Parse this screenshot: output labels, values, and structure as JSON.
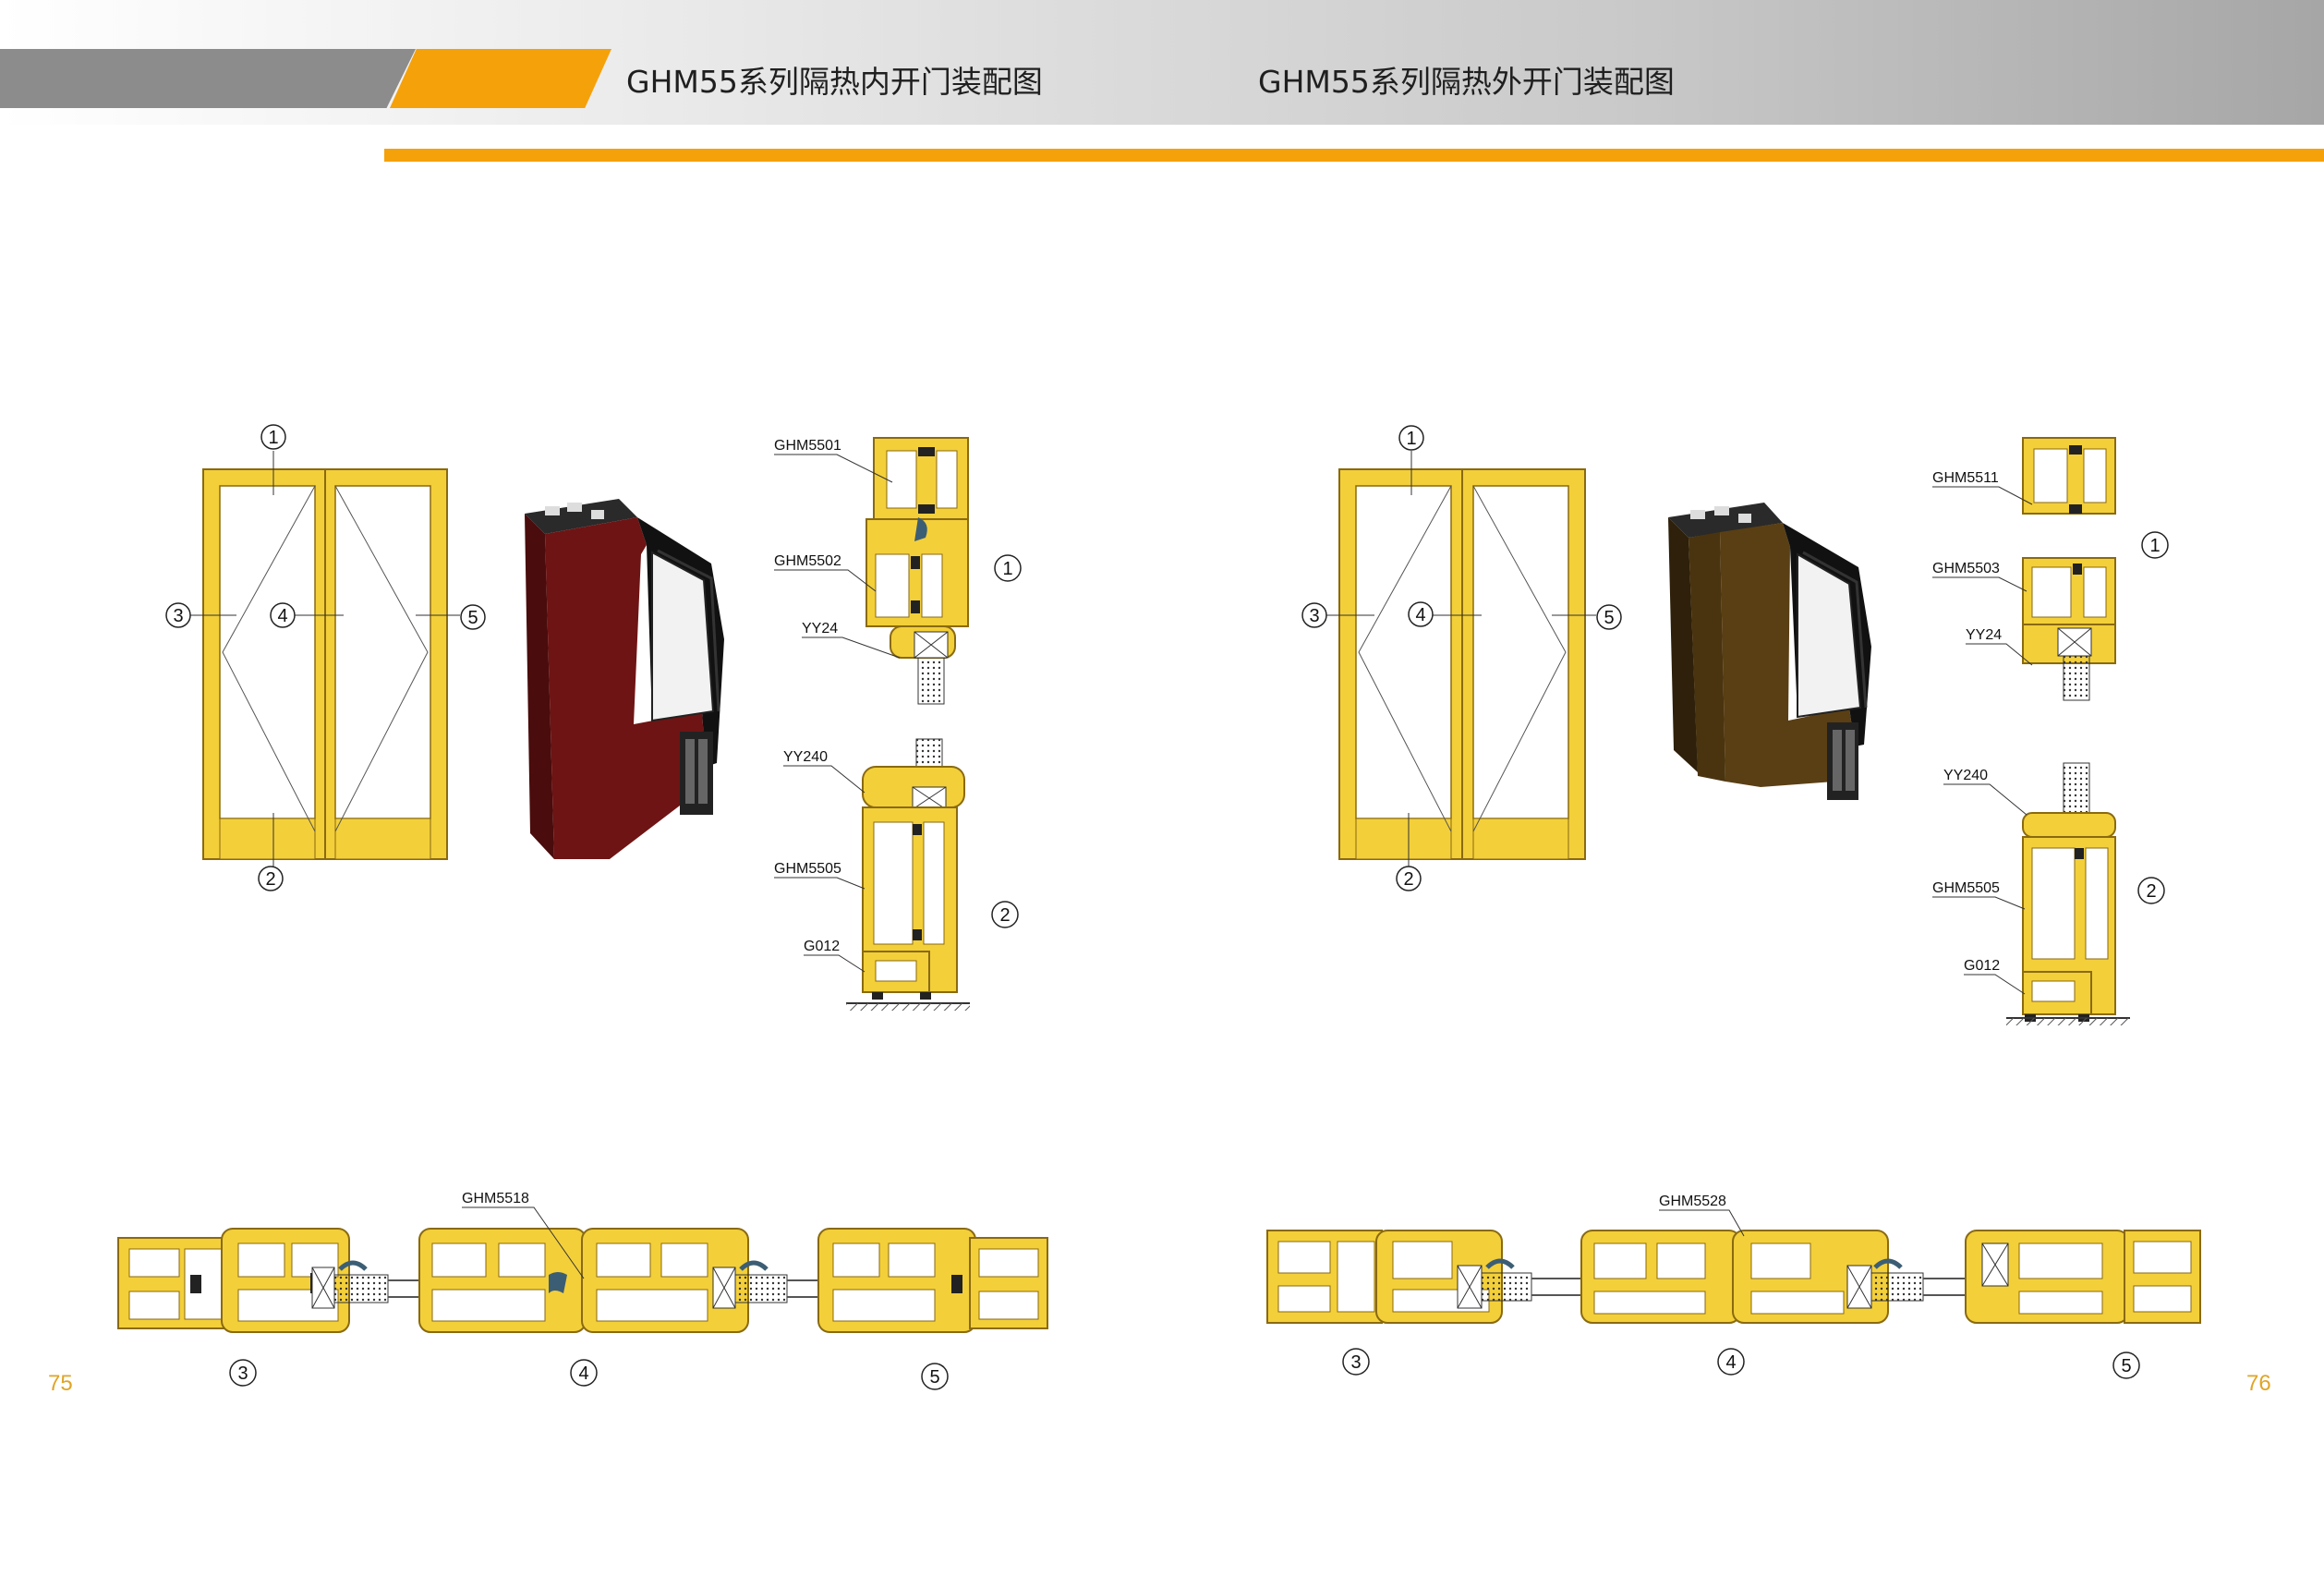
{
  "header": {
    "title_left": "GHM55系列隔热内开门装配图",
    "title_right": "GHM55系列隔热外开门装配图"
  },
  "pages": {
    "left": "75",
    "right": "76"
  },
  "colors": {
    "accent": "#f5a10a",
    "profile": "#f3cf3a",
    "profile_edge": "#8a6a10",
    "left_render": "#6e1414",
    "right_render": "#4a3410"
  },
  "left_panel": {
    "elevation_markers": [
      "1",
      "2",
      "3",
      "4",
      "5"
    ],
    "top_section": {
      "labels": [
        "GHM5501",
        "GHM5502",
        "YY24"
      ],
      "marker": "1"
    },
    "bottom_section": {
      "labels": [
        "YY240",
        "GHM5505",
        "G012"
      ],
      "marker": "2"
    },
    "horizontal_section": {
      "label": "GHM5518",
      "markers": [
        "3",
        "4",
        "5"
      ]
    }
  },
  "right_panel": {
    "elevation_markers": [
      "1",
      "2",
      "3",
      "4",
      "5"
    ],
    "top_section": {
      "labels": [
        "GHM5511",
        "GHM5503",
        "YY24"
      ],
      "marker": "1"
    },
    "bottom_section": {
      "labels": [
        "YY240",
        "GHM5505",
        "G012"
      ],
      "marker": "2"
    },
    "horizontal_section": {
      "label": "GHM5528",
      "markers": [
        "3",
        "4",
        "5"
      ]
    }
  }
}
